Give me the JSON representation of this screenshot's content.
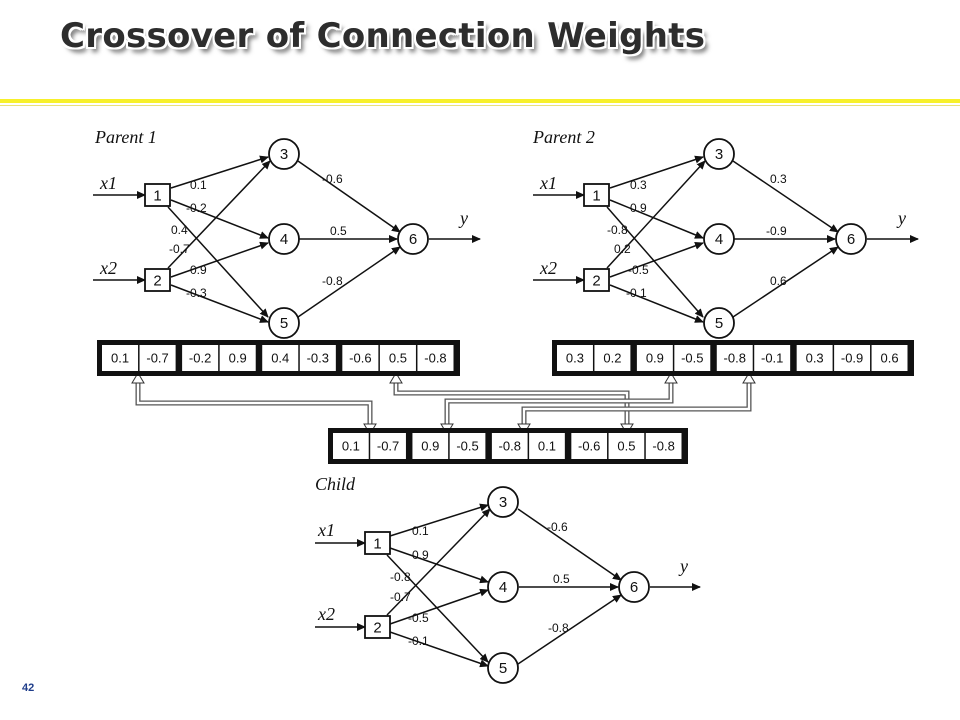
{
  "slide": {
    "title": "Crossover of Connection Weights",
    "number": "42"
  },
  "networks": [
    {
      "id": "parent1",
      "caption": "Parent 1",
      "inputs": [
        "x1",
        "x2"
      ],
      "output": "y",
      "input_nodes": [
        "1",
        "2"
      ],
      "hidden_nodes": [
        "3",
        "4",
        "5"
      ],
      "output_node": "6",
      "weights_in": [
        "0.1",
        "-0.2",
        "0.4",
        "-0.7",
        "0.9",
        "-0.3"
      ],
      "weights_out": [
        "-0.6",
        "0.5",
        "-0.8"
      ]
    },
    {
      "id": "parent2",
      "caption": "Parent 2",
      "inputs": [
        "x1",
        "x2"
      ],
      "output": "y",
      "input_nodes": [
        "1",
        "2"
      ],
      "hidden_nodes": [
        "3",
        "4",
        "5"
      ],
      "output_node": "6",
      "weights_in": [
        "0.3",
        "0.9",
        "-0.8",
        "0.2",
        "-0.5",
        "-0.1"
      ],
      "weights_out": [
        "0.3",
        "-0.9",
        "0.6"
      ]
    },
    {
      "id": "child",
      "caption": "Child",
      "inputs": [
        "x1",
        "x2"
      ],
      "output": "y",
      "input_nodes": [
        "1",
        "2"
      ],
      "hidden_nodes": [
        "3",
        "4",
        "5"
      ],
      "output_node": "6",
      "weights_in": [
        "0.1",
        "0.9",
        "-0.8",
        "-0.7",
        "-0.5",
        "-0.1"
      ],
      "weights_out": [
        "-0.6",
        "0.5",
        "-0.8"
      ]
    }
  ],
  "chromosomes": {
    "parent1": [
      [
        "0.1",
        "-0.7"
      ],
      [
        "-0.2",
        "0.9"
      ],
      [
        "0.4",
        "-0.3"
      ],
      [
        "-0.6",
        "0.5",
        "-0.8"
      ]
    ],
    "parent2": [
      [
        "0.3",
        "0.2"
      ],
      [
        "0.9",
        "-0.5"
      ],
      [
        "-0.8",
        "-0.1"
      ],
      [
        "0.3",
        "-0.9",
        "0.6"
      ]
    ],
    "child": [
      [
        "0.1",
        "-0.7"
      ],
      [
        "0.9",
        "-0.5"
      ],
      [
        "-0.8",
        "0.1"
      ],
      [
        "-0.6",
        "0.5",
        "-0.8"
      ]
    ]
  },
  "colors": {
    "title_rule": "#f7f02a",
    "slide_number": "#1f3d8a"
  }
}
